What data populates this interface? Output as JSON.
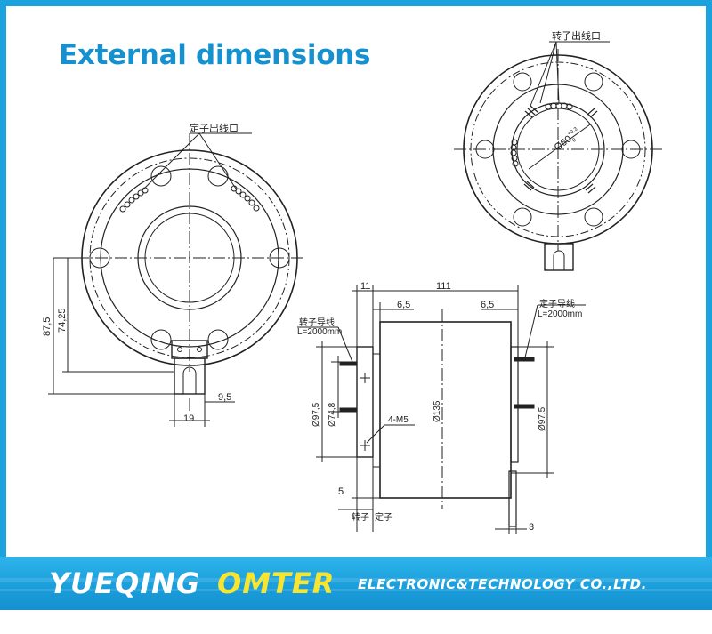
{
  "page": {
    "title": "External dimensions"
  },
  "front_view": {
    "label_stator_outlet": "定子出线口",
    "dim_87_5": "87,5",
    "dim_74_25": "74,25",
    "dim_19": "19",
    "dim_9_5": "9,5"
  },
  "rear_view": {
    "label_rotor_outlet": "转子出线口",
    "dim_bore": "Ø60",
    "tolerance_upper": "+0.3",
    "tolerance_lower": "0"
  },
  "side_view": {
    "dim_11": "11",
    "dim_111": "111",
    "dim_6_5_left": "6,5",
    "dim_6_5_right": "6,5",
    "rotor_wire_label": "转子导线",
    "rotor_wire_length": "L=2000mm",
    "stator_wire_label": "定子导线",
    "stator_wire_length": "L=2000mm",
    "dim_97_5_left": "Ø97,5",
    "dim_74_8": "Ø74,8",
    "dim_135": "Ø135",
    "dim_97_5_right": "Ø97,5",
    "hole_spec": "4-M5",
    "dim_5": "5",
    "dim_3": "3",
    "rotor_label": "转子",
    "stator_label": "定子"
  },
  "banner": {
    "brand_primary": "YUEQING",
    "brand_secondary": "OMTER",
    "company": "ELECTRONIC&TECHNOLOGY  CO.,LTD."
  }
}
